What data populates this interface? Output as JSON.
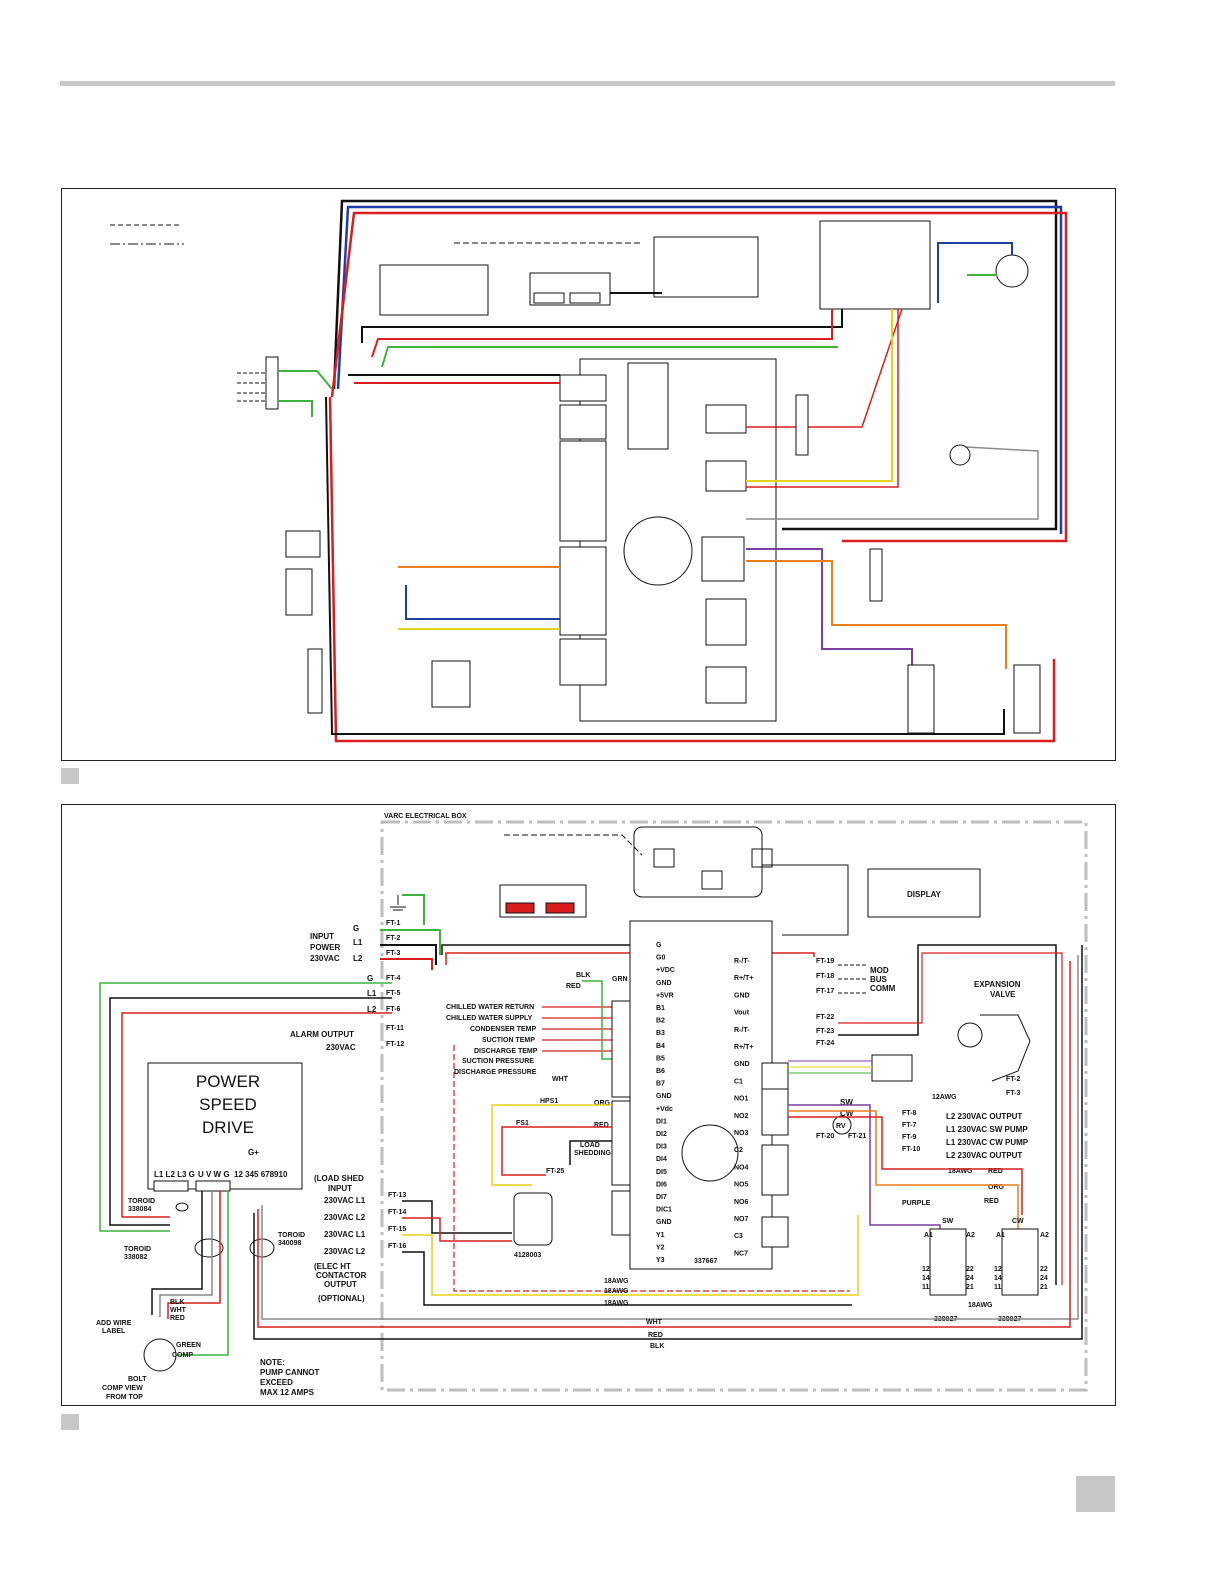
{
  "colors": {
    "red": "#d81e1e",
    "black": "#111111",
    "blue": "#1f3fa8",
    "green": "#3db33d",
    "yellow": "#e6d21a",
    "orange": "#ef7d1a",
    "purple": "#7b3fa0",
    "gray": "#8a8a8a",
    "rule": "#c8c8c8"
  },
  "diagram2": {
    "box_label": "VARC ELECTRICAL BOX",
    "display_label": "DISPLAY",
    "input_power": [
      "INPUT",
      "POWER",
      "230VAC"
    ],
    "terminals_left": [
      "G",
      "L1",
      "L2",
      "G",
      "L1",
      "L2"
    ],
    "ft_left": [
      "FT-1",
      "FT-2",
      "FT-3",
      "FT-4",
      "FT-5",
      "FT-6"
    ],
    "alarm_output": "ALARM OUTPUT",
    "alarm_voltage": "230VAC",
    "ft_alarm": [
      "FT-11",
      "FT-12"
    ],
    "drive_title": [
      "POWER",
      "SPEED",
      "DRIVE"
    ],
    "drive_terminals": [
      "L1 L2 L3 G",
      "U V W G",
      "G+",
      "12 345 678910"
    ],
    "toroids": [
      {
        "label": "TOROID",
        "part": "338084"
      },
      {
        "label": "TOROID",
        "part": "338082"
      },
      {
        "label": "TOROID",
        "part": "340098"
      }
    ],
    "wire_colors_left": [
      "BLK",
      "WHT",
      "RED"
    ],
    "add_wire_label": [
      "ADD WIRE",
      "LABEL"
    ],
    "green_comp": [
      "GREEN",
      "COMP"
    ],
    "bolt_note": [
      "BOLT",
      "COMP VIEW",
      "FROM TOP"
    ],
    "note": [
      "NOTE:",
      "PUMP CANNOT",
      "EXCEED",
      "MAX 12 AMPS"
    ],
    "load_shed": [
      "(LOAD SHED",
      "INPUT"
    ],
    "load_shed_lines": [
      "230VAC L1",
      "230VAC L2",
      "230VAC L1",
      "230VAC L2"
    ],
    "ft_load": [
      "FT-13",
      "FT-14",
      "FT-15",
      "FT-16"
    ],
    "elec_ht": [
      "(ELEC HT",
      "CONTACTOR",
      "OUTPUT",
      "(OPTIONAL)"
    ],
    "sensors": [
      "CHILLED WATER RETURN",
      "CHILLED WATER SUPPLY",
      "CONDENSER TEMP",
      "SUCTION TEMP",
      "DISCHARGE TEMP",
      "SUCTION PRESSURE",
      "DISCHARGE PRESSURE"
    ],
    "sensor_wire_labels": [
      "BLK",
      "RED",
      "GRN",
      "WHT"
    ],
    "controller_part": "337667",
    "relay_part": "4128003",
    "hps": "HPS1",
    "fs": "FS1",
    "org": "ORG",
    "red": "RED",
    "load_shedding": [
      "LOAD",
      "SHEDDING"
    ],
    "ft25": "FT-25",
    "ctrl_left_pins": [
      "G",
      "G0",
      "+VDC",
      "GND",
      "+5VR",
      "B1",
      "B2",
      "B3",
      "B4",
      "B5",
      "B6",
      "B7",
      "GND",
      "+Vdc",
      "DI1",
      "DI2",
      "DI3",
      "DI4",
      "DI5",
      "DI6",
      "DI7",
      "DIC1",
      "GND",
      "Y1",
      "Y2",
      "Y3"
    ],
    "ctrl_right_pins": [
      "R-/T-",
      "R+/T+",
      "GND",
      "Vout",
      "R-/T-",
      "R+/T+",
      "GND",
      "C1",
      "NO1",
      "NO2",
      "NO3",
      "C2",
      "NO4",
      "NO5",
      "NO6",
      "NO7",
      "C3",
      "NC7"
    ],
    "mod_bus": [
      "MOD",
      "BUS",
      "COMM"
    ],
    "ft_mod": [
      "FT-19",
      "FT-18",
      "FT-17"
    ],
    "ft_mid": [
      "FT-22",
      "FT-23",
      "FT-24"
    ],
    "expansion_valve": [
      "EXPANSION",
      "VALVE"
    ],
    "ft_valve": [
      "FT-2",
      "FT-3"
    ],
    "awg12": "12AWG",
    "sw_cw": [
      "SW",
      "CW"
    ],
    "rv": "RV",
    "ft_relays": [
      "FT-20",
      "FT-21",
      "FT-8",
      "FT-7",
      "FT-9",
      "FT-10"
    ],
    "outputs": [
      "L2 230VAC OUTPUT",
      "L1 230VAC SW PUMP",
      "L1 230VAC CW PUMP",
      "L2 230VAC OUTPUT"
    ],
    "awg18": "18AWG",
    "purple": "PURPLE",
    "contactor_parts": [
      "338027",
      "338027"
    ],
    "contactor_pins": [
      "A1",
      "A2",
      "12",
      "22",
      "14",
      "24",
      "11",
      "21"
    ],
    "bottom_wires": [
      "18AWG",
      "18AWG",
      "18AWG",
      "WHT",
      "RED",
      "BLK"
    ]
  }
}
